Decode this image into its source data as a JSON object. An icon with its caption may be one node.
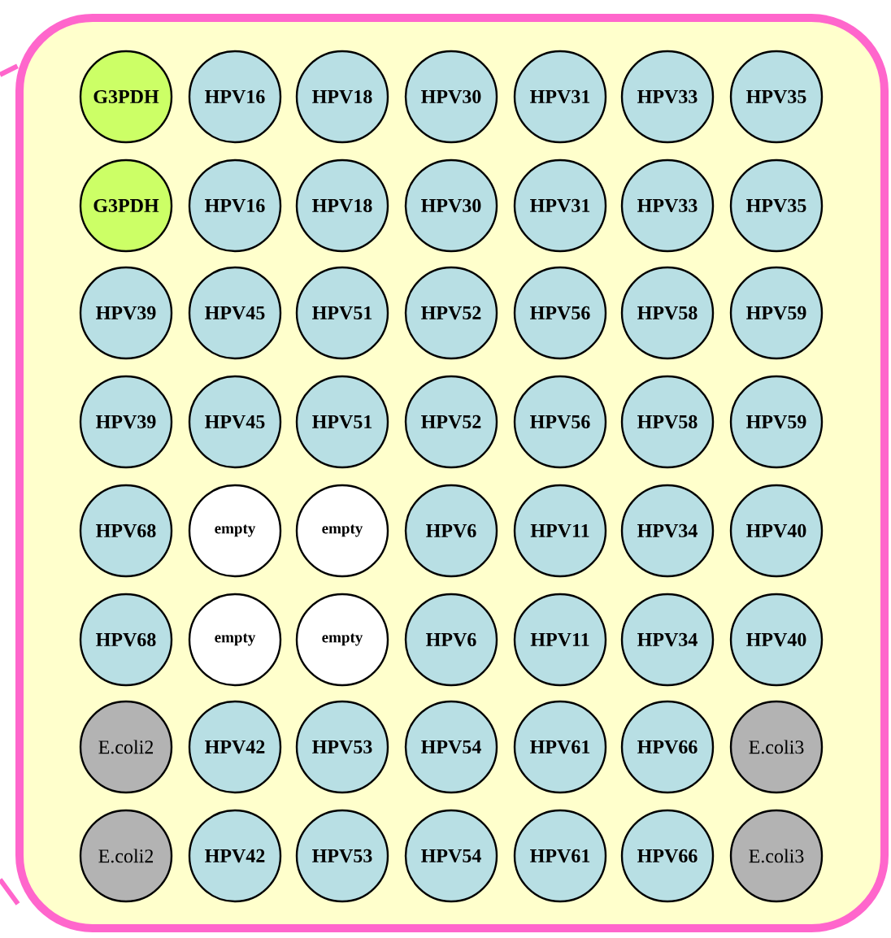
{
  "diagram": {
    "nodes": [
      {
        "text": [],
        "shape": "box"
      },
      {
        "text": [
          "G3PDH"
        ],
        "in": 0
      },
      {
        "text": [
          "HPV16"
        ],
        "in": 0
      },
      {
        "text": [
          "HPV18"
        ],
        "in": 0
      },
      {
        "text": [
          "HPV30"
        ],
        "in": 0
      },
      {
        "text": [
          "HPV31"
        ],
        "in": 0
      },
      {
        "text": [
          "HPV33"
        ],
        "in": 0
      },
      {
        "text": [
          "HPV35"
        ],
        "in": 0
      },
      {
        "text": [
          "G3PDH"
        ],
        "in": 0
      },
      {
        "text": [
          "HPV16"
        ],
        "in": 0
      },
      {
        "text": [
          "HPV18"
        ],
        "in": 0
      },
      {
        "text": [
          "HPV30"
        ],
        "in": 0
      },
      {
        "text": [
          "HPV31"
        ],
        "in": 0
      },
      {
        "text": [
          "HPV33"
        ],
        "in": 0
      },
      {
        "text": [
          "HPV35"
        ],
        "in": 0
      },
      {
        "text": [
          "HPV39"
        ],
        "in": 0
      },
      {
        "text": [
          "HPV45"
        ],
        "in": 0
      },
      {
        "text": [
          "HPV51"
        ],
        "in": 0
      },
      {
        "text": [
          "HPV52"
        ],
        "in": 0
      },
      {
        "text": [
          "HPV56"
        ],
        "in": 0
      },
      {
        "text": [
          "HPV58"
        ],
        "in": 0
      },
      {
        "text": [
          "HPV59"
        ],
        "in": 0
      },
      {
        "text": [
          "HPV39"
        ],
        "in": 0
      },
      {
        "text": [
          "HPV45"
        ],
        "in": 0
      },
      {
        "text": [
          "HPV51"
        ],
        "in": 0
      },
      {
        "text": [
          "HPV52"
        ],
        "in": 0
      },
      {
        "text": [
          "HPV56"
        ],
        "in": 0
      },
      {
        "text": [
          "HPV58"
        ],
        "in": 0
      },
      {
        "text": [
          "HPV59"
        ],
        "in": 0
      },
      {
        "text": [
          "HPV68"
        ],
        "in": 0
      },
      {
        "text": [
          "empty"
        ],
        "in": 0
      },
      {
        "text": [
          "empty"
        ],
        "in": 0
      },
      {
        "text": [
          "HPV6"
        ],
        "in": 0
      },
      {
        "text": [
          "HPV11"
        ],
        "in": 0
      },
      {
        "text": [
          "HPV34"
        ],
        "in": 0
      },
      {
        "text": [
          "HPV40"
        ],
        "in": 0
      },
      {
        "text": [
          "HPV68"
        ],
        "in": 0
      },
      {
        "text": [
          "empty"
        ],
        "in": 0
      },
      {
        "text": [
          "empty"
        ],
        "in": 0
      },
      {
        "text": [
          "HPV6"
        ],
        "in": 0
      },
      {
        "text": [
          "HPV11"
        ],
        "in": 0
      },
      {
        "text": [
          "HPV34"
        ],
        "in": 0
      },
      {
        "text": [
          "HPV40"
        ],
        "in": 0
      },
      {
        "text": [
          "E.coli2"
        ],
        "in": 0
      },
      {
        "text": [
          "HPV42"
        ],
        "in": 0
      },
      {
        "text": [
          "HPV53"
        ],
        "in": 0
      },
      {
        "text": [
          "HPV54"
        ],
        "in": 0
      },
      {
        "text": [
          "HPV61"
        ],
        "in": 0
      },
      {
        "text": [
          "HPV66"
        ],
        "in": 0
      },
      {
        "text": [
          "E.coli3"
        ],
        "in": 0
      },
      {
        "text": [
          "E.coli2"
        ],
        "in": 0
      },
      {
        "text": [
          "HPV42"
        ],
        "in": 0
      },
      {
        "text": [
          "HPV53"
        ],
        "in": 0
      },
      {
        "text": [
          "HPV54"
        ],
        "in": 0
      },
      {
        "text": [
          "HPV61"
        ],
        "in": 0
      },
      {
        "text": [
          "HPV66"
        ],
        "in": 0
      },
      {
        "text": [
          "E.coli3"
        ],
        "in": 0
      }
    ]
  }
}
